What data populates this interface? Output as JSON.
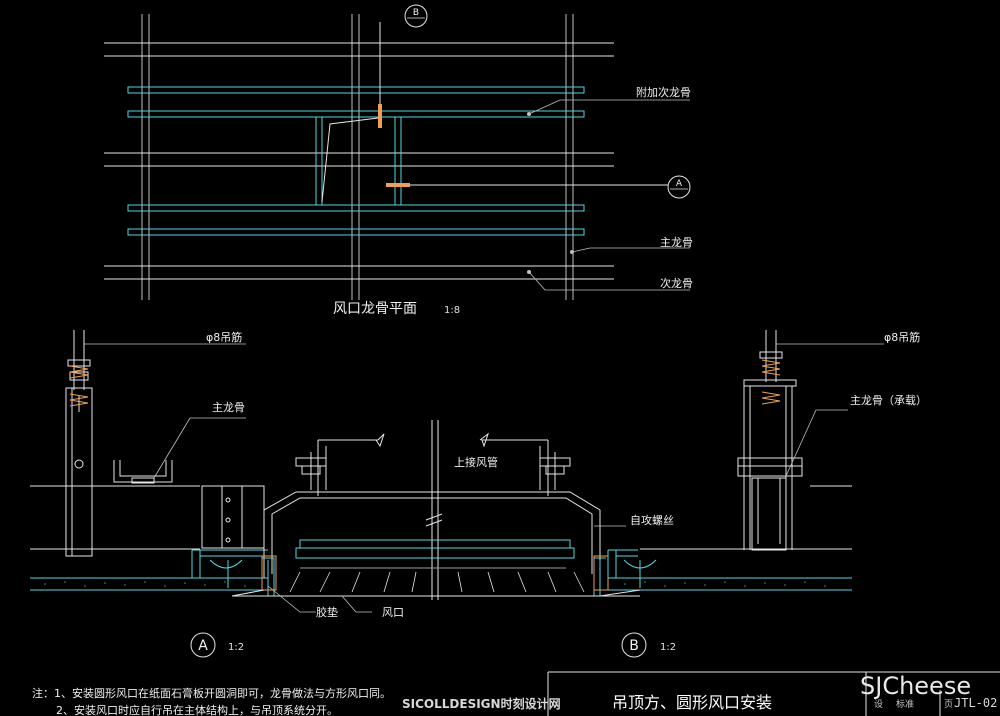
{
  "plan": {
    "title": "风口龙骨平面",
    "scale": "1:8",
    "labels": {
      "extra_secondary_keel": "附加次龙骨",
      "main_keel": "主龙骨",
      "secondary_keel": "次龙骨"
    },
    "section_marks": {
      "a": "A",
      "b": "B"
    }
  },
  "section": {
    "labels": {
      "hanger_rod_left": "φ8吊筋",
      "hanger_rod_right": "φ8吊筋",
      "main_keel_left": "主龙骨",
      "main_keel_bearing": "主龙骨（承载）",
      "duct": "上接风管",
      "screw": "自攻螺丝",
      "gasket": "胶垫",
      "vent": "风口"
    },
    "detail_a": {
      "mark": "A",
      "scale": "1:2"
    },
    "detail_b": {
      "mark": "B",
      "scale": "1:2"
    }
  },
  "notes": {
    "line1": "注：1、安装圆形风口在纸面石膏板开圆洞即可，龙骨做法与方形风口同。",
    "line2": "2、安装风口时应自行吊在主体结构上，与吊顶系统分开。"
  },
  "title_block": {
    "title": "吊顶方、圆形风口安装",
    "drawing_no": "JTL-02",
    "small_left": "设",
    "small_mid": "标准",
    "small_right": "页"
  },
  "watermarks": {
    "left": "SICOLLDESIGN时刻设计网",
    "right": "SJCheese"
  },
  "colors": {
    "background": "#000000",
    "line_white": "#e8e8e8",
    "line_cyan": "#4fd8e0",
    "line_gray": "#9a9a9a",
    "accent_orange": "#f0a050"
  }
}
